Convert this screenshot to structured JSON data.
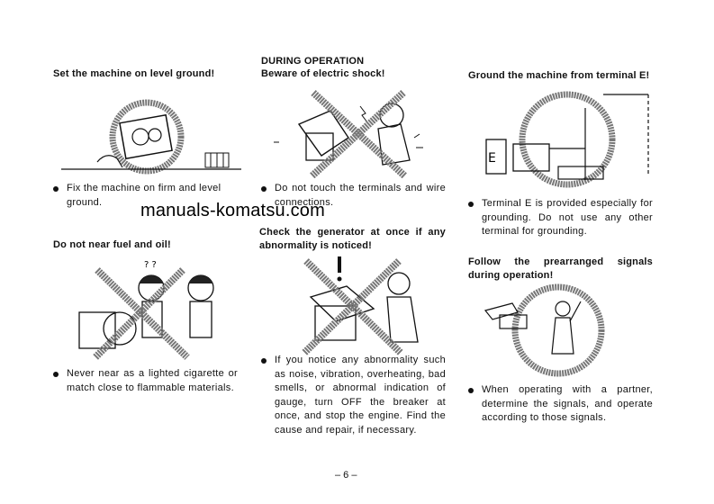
{
  "section_heading": "DURING OPERATION",
  "col1": {
    "title1": "Set the machine on level ground!",
    "bullet1": "Fix the machine on firm and level ground.",
    "title2": "Do not near fuel and oil!",
    "bullet2": "Never near as a lighted cigarette or match close to flammable materials."
  },
  "col2": {
    "title1": "Beware of electric shock!",
    "bullet1": "Do not touch the terminals and wire connections.",
    "title2": "Check the generator at once if any abnormality is noticed!",
    "bullet2": "If you notice any abnormality such as noise, vibration, overheating, bad smells, or abnormal indication of gauge, turn OFF the breaker at once, and stop the engine. Find the cause and repair, if necessary."
  },
  "col3": {
    "title1": "Ground the machine from terminal E!",
    "bullet1": "Terminal E is provided especially for grounding. Do not use any other terminal for grounding.",
    "title2": "Follow the prearranged signals during operation!",
    "bullet2": "When operating with a partner, determine the signals, and operate according to those signals."
  },
  "watermark": "manuals-komatsu.com",
  "page_number": "– 6 –"
}
